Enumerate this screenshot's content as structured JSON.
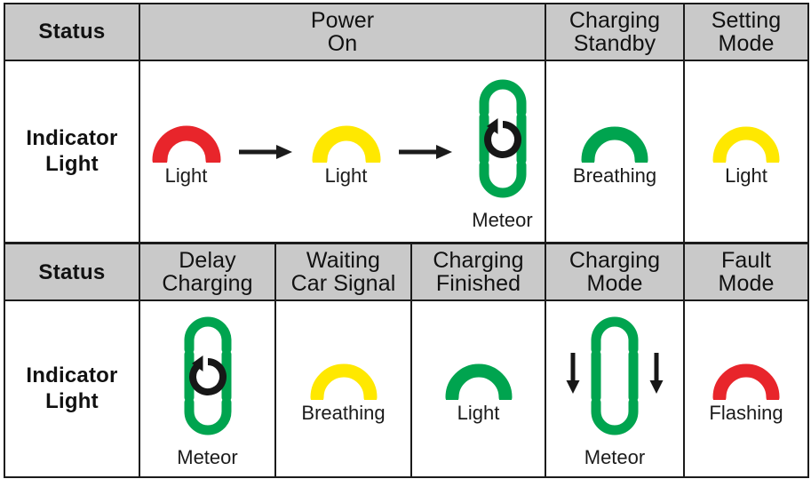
{
  "colors": {
    "red": "#E8252B",
    "yellow": "#FFE800",
    "green": "#00A44F",
    "header_gray": "#C9C9C9",
    "line": "#1B1B1B",
    "text": "#111111"
  },
  "tables": [
    {
      "header": {
        "status_label": "Status",
        "columns": [
          {
            "lines": [
              "Power",
              "On"
            ],
            "name": "power-on"
          },
          {
            "lines": [
              "Charging",
              "Standby"
            ],
            "name": "charging-standby"
          },
          {
            "lines": [
              "Setting",
              "Mode"
            ],
            "name": "setting-mode"
          }
        ]
      },
      "body": {
        "row_label_lines": [
          "Indicator",
          "Light"
        ],
        "cells": [
          {
            "name": "power-on-indicator",
            "stages": [
              {
                "glyph": "arc-icon",
                "color": "red",
                "caption": "Light"
              },
              {
                "glyph": "arrow-right-icon",
                "color": "line",
                "caption": ""
              },
              {
                "glyph": "arc-icon",
                "color": "yellow",
                "caption": "Light"
              },
              {
                "glyph": "arrow-right-icon",
                "color": "line",
                "caption": ""
              },
              {
                "glyph": "meteor-capsule-icon",
                "color": "green",
                "caption": "Meteor"
              }
            ]
          },
          {
            "name": "charging-standby-indicator",
            "stages": [
              {
                "glyph": "arc-icon",
                "color": "green",
                "caption": "Breathing"
              }
            ]
          },
          {
            "name": "setting-mode-indicator",
            "stages": [
              {
                "glyph": "arc-icon",
                "color": "yellow",
                "caption": "Light"
              }
            ]
          }
        ]
      }
    },
    {
      "header": {
        "status_label": "Status",
        "columns": [
          {
            "lines": [
              "Delay",
              "Charging"
            ],
            "name": "delay-charging"
          },
          {
            "lines": [
              "Waiting",
              "Car Signal"
            ],
            "name": "waiting-car-signal"
          },
          {
            "lines": [
              "Charging",
              "Finished"
            ],
            "name": "charging-finished"
          },
          {
            "lines": [
              "Charging",
              "Mode"
            ],
            "name": "charging-mode"
          },
          {
            "lines": [
              "Fault",
              "Mode"
            ],
            "name": "fault-mode"
          }
        ]
      },
      "body": {
        "row_label_lines": [
          "Indicator",
          "Light"
        ],
        "cells": [
          {
            "name": "delay-charging-indicator",
            "stages": [
              {
                "glyph": "meteor-capsule-icon",
                "color": "green",
                "caption": "Meteor"
              }
            ]
          },
          {
            "name": "waiting-car-signal-indicator",
            "stages": [
              {
                "glyph": "arc-icon",
                "color": "yellow",
                "caption": "Breathing"
              }
            ]
          },
          {
            "name": "charging-finished-indicator",
            "stages": [
              {
                "glyph": "arc-icon",
                "color": "green",
                "caption": "Light"
              }
            ]
          },
          {
            "name": "charging-mode-indicator",
            "stages": [
              {
                "glyph": "meteor-capsule-flow-icon",
                "color": "green",
                "caption": "Meteor"
              }
            ]
          },
          {
            "name": "fault-mode-indicator",
            "stages": [
              {
                "glyph": "arc-icon",
                "color": "red",
                "caption": "Flashing"
              }
            ]
          }
        ]
      }
    }
  ]
}
